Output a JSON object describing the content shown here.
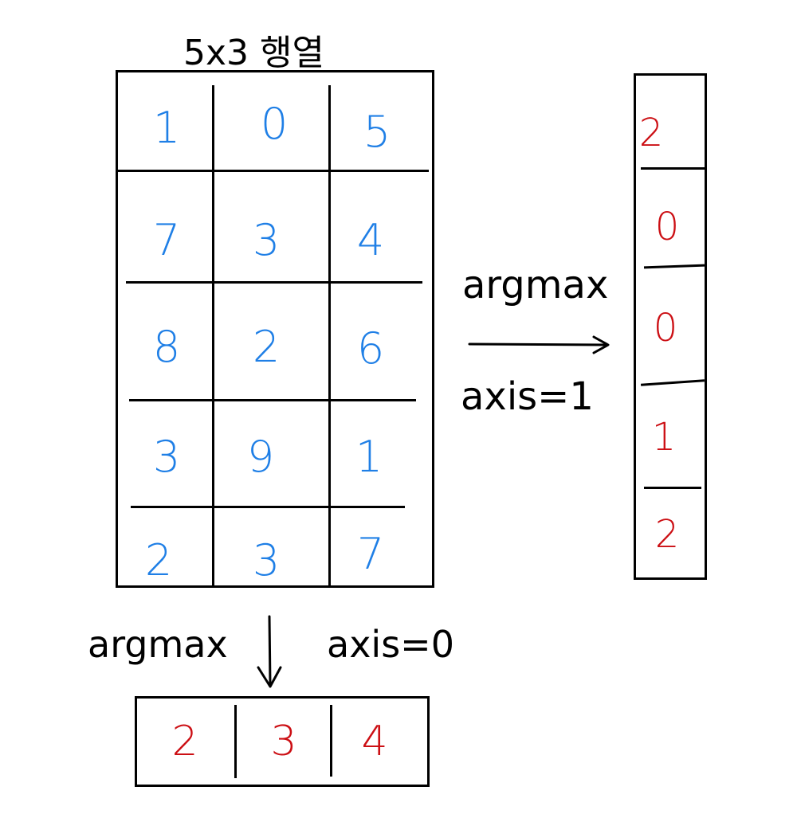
{
  "title": "5x3 행열",
  "matrix": {
    "rows": [
      [
        "1",
        "0",
        "5"
      ],
      [
        "7",
        "3",
        "4"
      ],
      [
        "8",
        "2",
        "6"
      ],
      [
        "3",
        "9",
        "1"
      ],
      [
        "2",
        "3",
        "7"
      ]
    ]
  },
  "axis1": {
    "label_top": "argmax",
    "label_bottom": "axis=1",
    "result": [
      "2",
      "0",
      "0",
      "1",
      "2"
    ]
  },
  "axis0": {
    "label_left": "argmax",
    "label_right": "axis=0",
    "result": [
      "2",
      "3",
      "4"
    ]
  },
  "colors": {
    "matrix_text": "#1f7fe6",
    "result_text": "#cc0f14",
    "lines": "#000000"
  }
}
